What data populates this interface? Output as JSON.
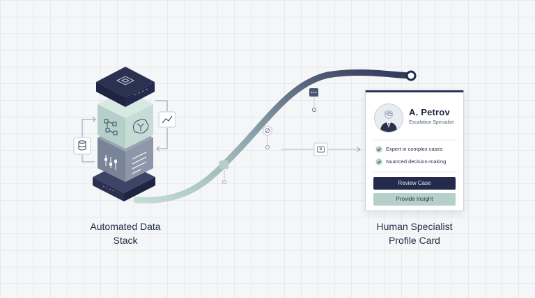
{
  "captions": {
    "left_line1": "Automated Data",
    "left_line2": "Stack",
    "right_line1": "Human Specialist",
    "right_line2": "Profile Card"
  },
  "card": {
    "avatar_initials": "HS",
    "name": "A. Petrov",
    "role": "Escalation Specialist",
    "features": [
      "Expert in complex cases",
      "Nuanced decision-making"
    ],
    "primary_button": "Review Case",
    "secondary_button": "Provide Insight"
  },
  "colors": {
    "navy": "#242a4c",
    "slate": "#3c4566",
    "mint": "#b5d0c8",
    "teal_light": "#c6ddd5",
    "grey_blue": "#8f9ab0",
    "background": "#f5f6f8"
  },
  "icons": {
    "stack_top": "chip-icon",
    "stack_middle": "brain-network-icon",
    "stack_lower": "sliders-icon",
    "side_chart": "trend-chart-icon",
    "side_database": "database-icon",
    "path_marker_top": "ellipsis-icon",
    "path_marker_mid": "target-icon",
    "path_marker_low": "square-icon",
    "connector": "folder-user-icon",
    "feature_check": "check-circle-icon"
  }
}
